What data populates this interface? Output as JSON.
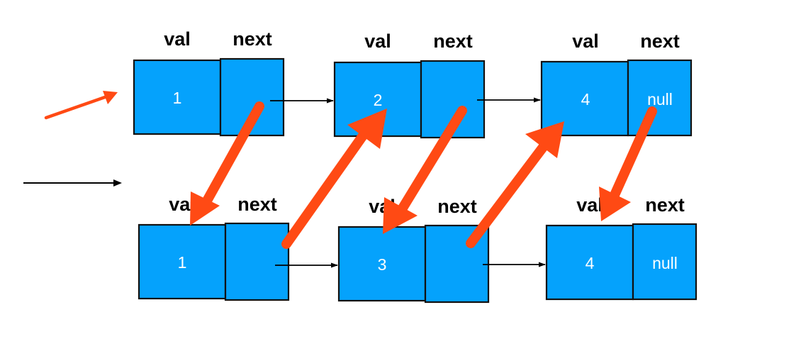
{
  "labels": {
    "val": "val",
    "next": "next",
    "null": "null"
  },
  "colors": {
    "node": "#05A2FC",
    "stroke": "#111111",
    "merge_arrow": "#FF4A14",
    "pointer": "#000000"
  },
  "lists": [
    {
      "nodes": [
        {
          "val": "1",
          "next": ""
        },
        {
          "val": "2",
          "next": ""
        },
        {
          "val": "4",
          "next": "null"
        }
      ]
    },
    {
      "nodes": [
        {
          "val": "1",
          "next": ""
        },
        {
          "val": "3",
          "next": ""
        },
        {
          "val": "4",
          "next": "null"
        }
      ]
    }
  ]
}
